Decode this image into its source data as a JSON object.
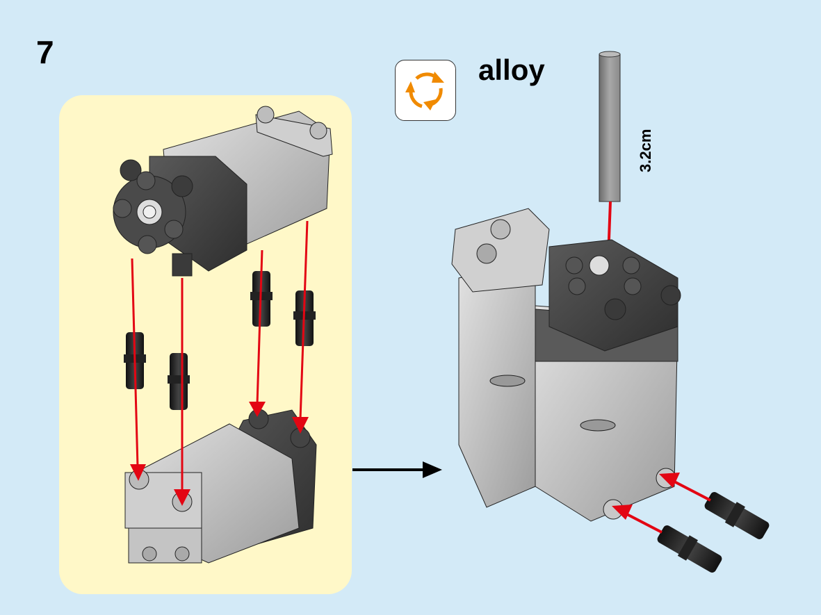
{
  "step": {
    "number": "7"
  },
  "callout": {
    "rotate_icon": "rotate-model-icon",
    "part_material": "alloy",
    "part_length": "3.2cm"
  },
  "colors": {
    "background": "#d3eaf7",
    "subassembly_panel": "#fff8c8",
    "arrow_red": "#e30613",
    "rotate_orange": "#f08a00",
    "part_dark": "#3a3a3a",
    "part_light": "#c8c8c8",
    "pin_black": "#1a1a1a"
  },
  "subassembly": {
    "parts": [
      "motor-top",
      "motor-bottom",
      "pin",
      "pin",
      "pin",
      "pin"
    ]
  },
  "main_assembly": {
    "parts": [
      "motor-assembly",
      "axle",
      "pin",
      "pin"
    ]
  }
}
